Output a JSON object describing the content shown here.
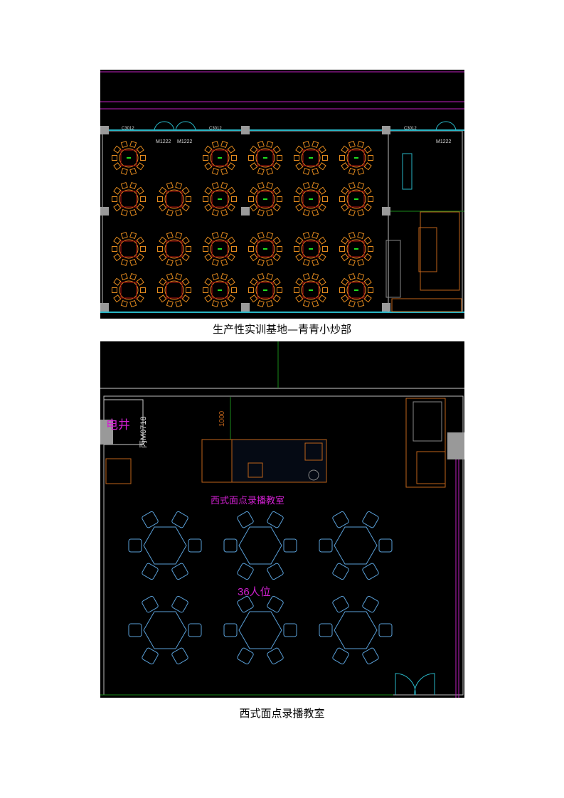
{
  "figure1": {
    "caption": "生产性实训基地—青青小炒部",
    "window_label": "C3012",
    "door_label": "M1222",
    "colors": {
      "wall": "#29b6c6",
      "chair": "#e38a1e",
      "table": "#b01010",
      "marker": "#21e021",
      "column": "#9a9a9a",
      "label": "#d020d0"
    }
  },
  "figure2": {
    "caption": "西式面点录播教室",
    "room_title": "西式面点录播教室",
    "seats_label": "36人位",
    "shaft_label": "电井",
    "door_label": "丙M0718",
    "dimension_label": "1000",
    "colors": {
      "wall": "#c8c8c8",
      "chair": "#5aa0d8",
      "counter": "#c0641a",
      "label": "#d020d0",
      "marker": "#21e021"
    }
  }
}
